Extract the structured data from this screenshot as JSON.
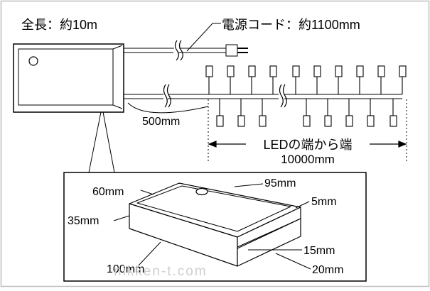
{
  "top": {
    "total_length": "全長：約10m",
    "cord_length": "電源コード：約1100mm"
  },
  "string": {
    "lead_length": "500mm",
    "span_label": "LEDの端から端",
    "span_length": "10000mm"
  },
  "detail": {
    "dim_60": "60mm",
    "dim_95": "95mm",
    "dim_5": "5mm",
    "dim_35": "35mm",
    "dim_15": "15mm",
    "dim_100": "100mm",
    "dim_20": "20mm"
  },
  "watermark": "nikken-t.com"
}
